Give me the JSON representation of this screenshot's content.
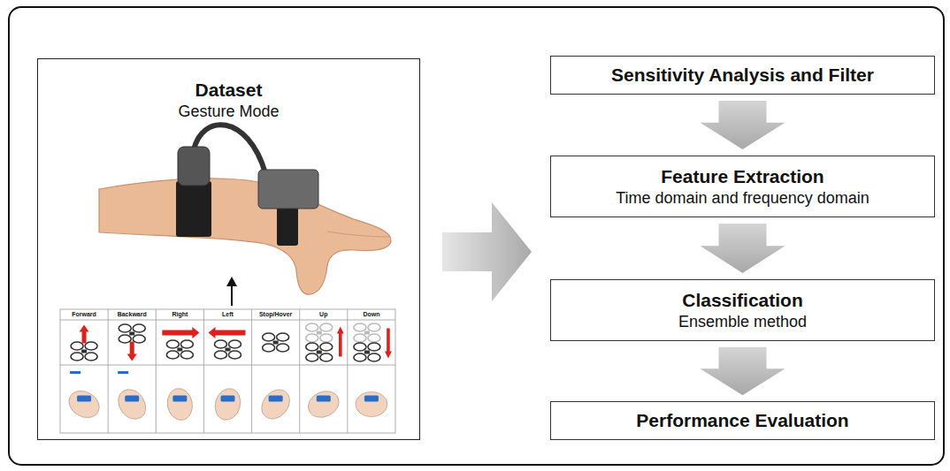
{
  "diagram": {
    "nodes": [
      {
        "text": [
          "Dataset",
          "Gesture Mode"
        ]
      },
      {
        "text": [
          "Sensitivity Analysis and Filter"
        ]
      },
      {
        "text": [
          "Feature Extraction",
          "Time domain and frequency domain"
        ]
      },
      {
        "text": [
          "Classification",
          "Ensemble method"
        ]
      },
      {
        "text": [
          "Performance Evaluation"
        ]
      }
    ],
    "edges": [
      {
        "from": 1,
        "to": 2,
        "arrow": "to"
      },
      {
        "from": 2,
        "to": 3,
        "arrow": "to"
      },
      {
        "from": 3,
        "to": 4,
        "arrow": "to"
      }
    ],
    "labels": [
      "Forward",
      "Backward",
      "Right",
      "Left",
      "Stop/Hover",
      "Up",
      "Down"
    ]
  }
}
